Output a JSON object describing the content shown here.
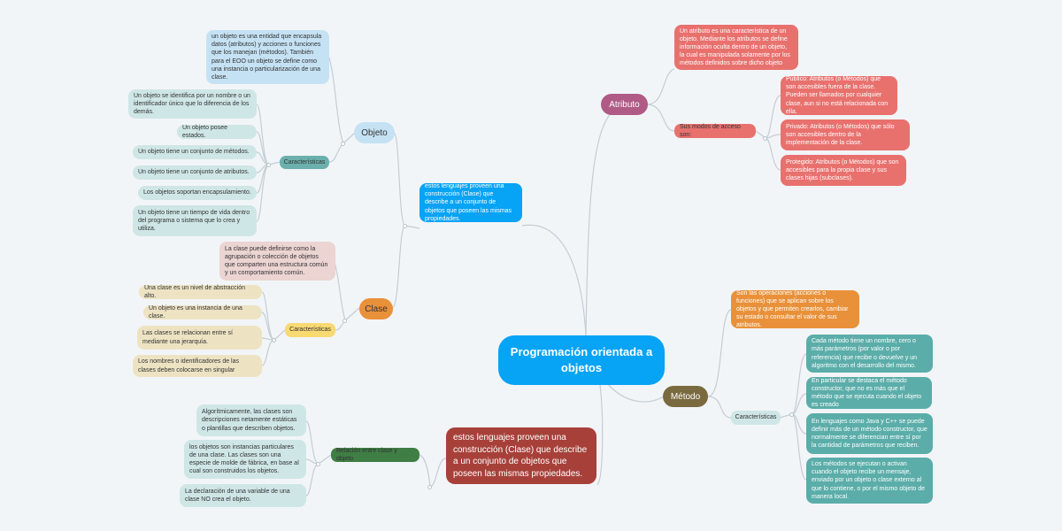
{
  "center": "Programación orientada a objetos",
  "atributo": {
    "label": "Atributo",
    "def": "Un atributo es una característica de un objeto. Mediante los atributos se define información oculta dentro de un objeto, la cual es manipulada solamente por los métodos definidos sobre dicho objeto",
    "modos_label": "Sus modos de acceso son:",
    "modos": [
      "Público: Atributos (o Métodos) que son accesibles fuera de la clase. Pueden ser llamados por cualquier clase, aun si no está relacionada con ella.",
      "Privado: Atributos (o Métodos) que sólo son accesibles dentro de la implementación de la clase.",
      "Protegido: Atributos (o Métodos) que son accesibles para la propia clase y sus clases hijas (subclases)."
    ]
  },
  "metodo": {
    "label": "Método",
    "def": "Son las operaciones (acciones o funciones) que se aplican sobre los objetos y que permiten crearlos, cambiar su estado o consultar el valor de sus atributos.",
    "caract_label": "Características",
    "caract": [
      "Cada método tiene un nombre, cero o más parámetros (por valor o por referencia) que recibe o devuelve y un algoritmo con el desarrollo del mismo.",
      "En particular se destaca el método constructor, que no es más que el método que se ejecuta cuando el objeto es creado",
      "En lenguajes como Java y C++ se puede definir más de un método constructor, que normalmente se diferencian entre sí por la cantidad de parámetros que reciben.",
      "Los métodos se ejecutan o activan cuando el objeto recibe un mensaje, enviado por un objeto o clase externo al que lo contiene, o por el mismo objeto de manera local."
    ]
  },
  "lenguajes_blue": "estos lenguajes proveen una construcción (Clase) que describe a un conjunto de objetos que poseen las mismas propiedades.",
  "lenguajes_red": "estos lenguajes proveen una construcción (Clase) que describe a un conjunto de objetos que poseen las mismas propiedades.",
  "objeto": {
    "label": "Objeto",
    "def": "un objeto es una entidad que encapsula datos (atributos) y acciones o funciones que los manejan (métodos). También para el EOO un objeto se define como una instancia o particularización de una clase.",
    "caract_label": "Características",
    "caract": [
      "Un objeto se identifica por un nombre o un identificador único que lo diferencia de los demás.",
      "Un objeto posee estados.",
      "Un objeto tiene un conjunto de métodos.",
      "Un objeto tiene un conjunto de atributos.",
      "Los objetos soportan encapsulamiento.",
      "Un objeto tiene un tiempo de vida dentro del programa o sistema que lo crea y utiliza."
    ]
  },
  "clase": {
    "label": "Clase",
    "def": "La clase puede definirse como la agrupación o colección de objetos que comparten una estructura común y un comportamiento común.",
    "caract_label": "Características",
    "caract": [
      "Una clase es un nivel de abstracción alto.",
      "Un objeto es una instancia de una clase.",
      "Las clases se relacionan entre sí mediante una jerarquía.",
      "Los nombres o identificadores de las clases deben colocarse en singular"
    ]
  },
  "relacion": {
    "label": "Relación entre clase y objeto",
    "items": [
      "Algorítmicamente, las clases son descripciones netamente estáticas o plantillas que describen objetos.",
      "los objetos son instancias particulares de una clase. Las clases son una especie de molde de fábrica, en base al cual son construidos los objetos.",
      "La declaración de una variable de una clase NO crea el objeto."
    ]
  },
  "colors": {
    "center": "#07a3f5",
    "atributo": "#b05a86",
    "atributo_leaf": "#e8716e",
    "metodo": "#7a6a40",
    "metodo_def": "#e8913a",
    "metodo_leaf": "#5bada9",
    "objeto": "#c5e2f4",
    "objeto_caract": "#6bb0ac",
    "clase": "#e8913a",
    "clase_def": "#ebd4d2",
    "clase_caract": "#f8d972",
    "relacion": "#3f7e45",
    "red_box": "#a8403a"
  }
}
